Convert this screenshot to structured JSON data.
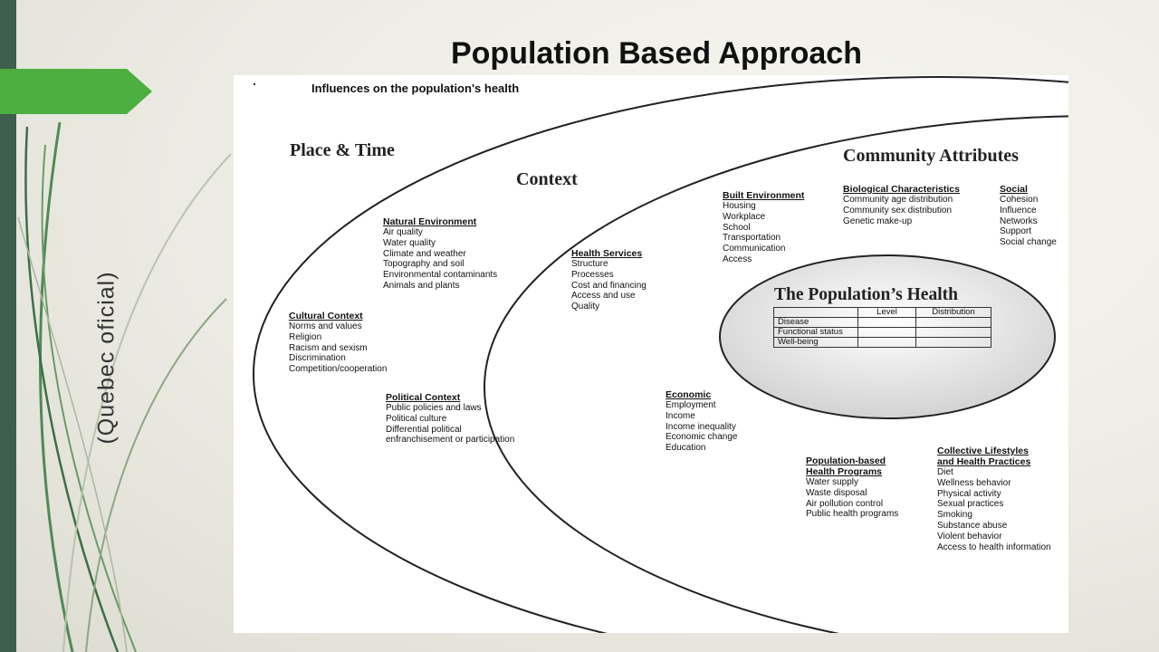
{
  "slide": {
    "title": "Population Based Approach",
    "side_caption": "(Quebec oficial)"
  },
  "diagram": {
    "header": "Influences on the population's health",
    "place_time": "Place & Time",
    "context": "Context",
    "community": "Community Attributes",
    "health_title": "The Population’s Health",
    "table": {
      "columns": [
        "Level",
        "Distribution"
      ],
      "rows": [
        "Disease",
        "Functional status",
        "Well-being"
      ]
    },
    "natural_environment": {
      "title": "Natural Environment",
      "items": [
        "Air quality",
        "Water quality",
        "Climate and weather",
        "Topography and soil",
        "Environmental contaminants",
        "Animals and plants"
      ]
    },
    "cultural_context": {
      "title": "Cultural Context",
      "items": [
        "Norms and values",
        "Religion",
        "Racism and sexism",
        "Discrimination",
        "Competition/cooperation"
      ]
    },
    "political_context": {
      "title": "Political Context",
      "items": [
        "Public policies and laws",
        "Political culture",
        "Differential political",
        "enfranchisement or participation"
      ]
    },
    "health_services": {
      "title": "Health Services",
      "items": [
        "Structure",
        "Processes",
        "Cost and financing",
        "Access and use",
        "Quality"
      ]
    },
    "built_environment": {
      "title": "Built Environment",
      "items": [
        "Housing",
        "Workplace",
        "School",
        "Transportation",
        "Communication",
        "Access"
      ]
    },
    "biological": {
      "title": "Biological Characteristics",
      "items": [
        "Community age distribution",
        "Community sex distribution",
        "Genetic make-up"
      ]
    },
    "social": {
      "title": "Social",
      "items": [
        "Cohesion",
        "Influence",
        "Networks",
        "Support",
        "Social change"
      ]
    },
    "economic": {
      "title": "Economic",
      "items": [
        "Employment",
        "Income",
        "Income inequality",
        "Economic change",
        "Education"
      ]
    },
    "programs": {
      "title_1": "Population-based",
      "title_2": "Health Programs",
      "items": [
        "Water supply",
        "Waste disposal",
        "Air pollution control",
        "Public health programs"
      ]
    },
    "lifestyles": {
      "title_1": "Collective Lifestyles",
      "title_2": "and Health Practices",
      "items": [
        "Diet",
        "Wellness behavior",
        "Physical activity",
        "Sexual practices",
        "Smoking",
        "Substance abuse",
        "Violent behavior",
        "Access to health information"
      ]
    }
  },
  "colors": {
    "accent_green": "#4caf3f",
    "sidebar_dark_green": "#3f5e4d"
  }
}
